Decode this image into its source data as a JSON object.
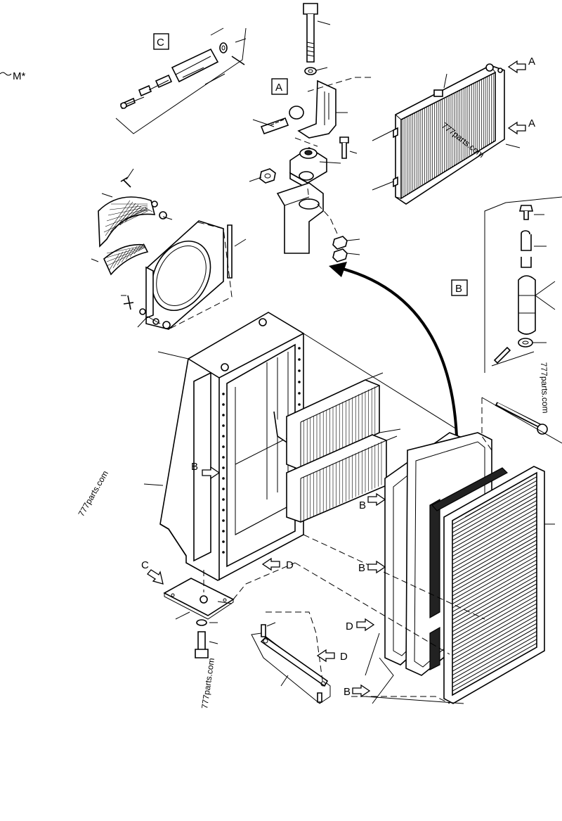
{
  "fragment_label": "M*",
  "detail_boxes": {
    "a": "A",
    "b": "B",
    "c": "C"
  },
  "callouts": {
    "a1": "A",
    "a2": "A",
    "b1": "B",
    "b2": "B",
    "b3": "B",
    "b4": "B",
    "c1": "C",
    "d1": "D",
    "d2": "D",
    "d3": "D"
  },
  "watermarks": [
    "777parts.com",
    "777parts.com",
    "777parts.com",
    "777parts.com"
  ],
  "colors": {
    "line": "#000000",
    "background": "#ffffff"
  }
}
